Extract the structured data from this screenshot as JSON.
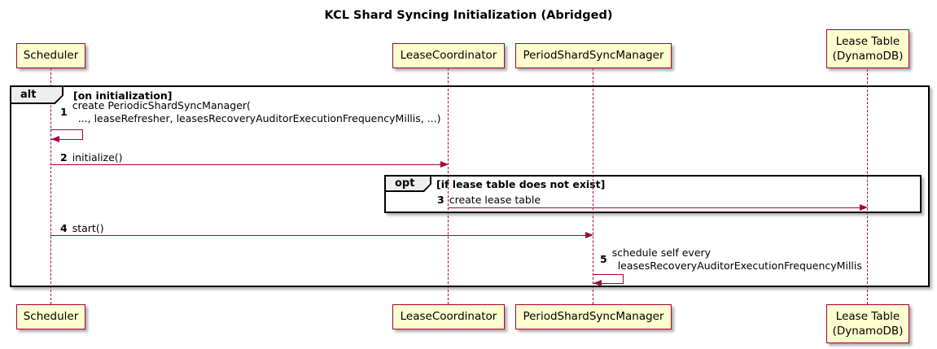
{
  "title": "KCL Shard Syncing Initialization (Abridged)",
  "participants": [
    {
      "id": "scheduler",
      "lines": [
        "Scheduler"
      ]
    },
    {
      "id": "lease-coordinator",
      "lines": [
        "LeaseCoordinator"
      ]
    },
    {
      "id": "period-shard-sync-manager",
      "lines": [
        "PeriodShardSyncManager"
      ]
    },
    {
      "id": "lease-table",
      "lines": [
        "Lease Table",
        "(DynamoDB)"
      ]
    }
  ],
  "frames": {
    "alt": {
      "label": "alt",
      "guard": "[on initialization]"
    },
    "opt": {
      "label": "opt",
      "guard": "[if lease table does not exist]"
    }
  },
  "messages": [
    {
      "seq": "1",
      "lines": [
        "create PeriodicShardSyncManager(",
        "..., leaseRefresher, leasesRecoveryAuditorExecutionFrequencyMillis, ...)"
      ],
      "from": "Scheduler",
      "to": "Scheduler",
      "kind": "self"
    },
    {
      "seq": "2",
      "lines": [
        "initialize()"
      ],
      "from": "Scheduler",
      "to": "LeaseCoordinator",
      "kind": "sync"
    },
    {
      "seq": "3",
      "lines": [
        "create lease table"
      ],
      "from": "LeaseCoordinator",
      "to": "Lease Table (DynamoDB)",
      "kind": "sync"
    },
    {
      "seq": "4",
      "lines": [
        "start()"
      ],
      "from": "Scheduler",
      "to": "PeriodShardSyncManager",
      "kind": "sync"
    },
    {
      "seq": "5",
      "lines": [
        "schedule self every",
        "leasesRecoveryAuditorExecutionFrequencyMillis"
      ],
      "from": "PeriodShardSyncManager",
      "to": "PeriodShardSyncManager",
      "kind": "self"
    }
  ],
  "colors": {
    "participant_fill": "#FEFECE",
    "participant_border": "#A80036",
    "arrow": "#A80036",
    "lifeline": "#A80036",
    "frame_border": "#000000",
    "frame_tab_fill": "#EEEEEE",
    "text": "#000000",
    "background": "#FFFFFF"
  }
}
